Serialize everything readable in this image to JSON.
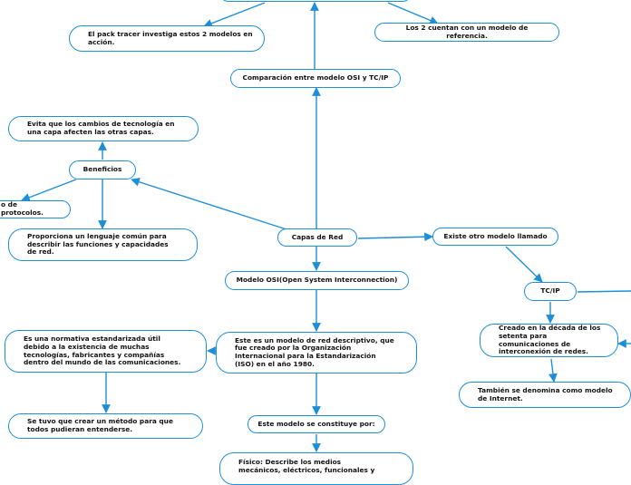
{
  "colors": {
    "line": "#1e8fd6",
    "node_border": "#1e8fd6",
    "text": "#111111",
    "background": "#ffffff"
  },
  "nodes": {
    "pack_tracer": "El pack tracer investiga estos 2 modelos en acción.",
    "dos_cuentan": "Los 2 cuentan con un modelo de referencia.",
    "comparacion": "Comparación entre modelo OSI y TC/IP",
    "evita": "Evita que los cambios de tecnología en una capa afecten las otras capas.",
    "beneficios": "Beneficios",
    "protocolos": "o de protocolos.",
    "proporciona": "Proporciona un lenguaje común para describir las funciones y capacidades de red.",
    "capas_red": "Capas de Red",
    "existe_otro": "Existe otro modelo llamado",
    "modelo_osi": "Modelo OSI(Open System Interconnection)",
    "tcip": "TC/IP",
    "normativa": "Es una normativa estandarizada útil debido a la existencia de muchas tecnologías, fabricantes y compañías dentro del mundo de las comunicaciones.",
    "descriptivo": "Este es un modelo de red descriptivo, que fue creado por la Organización Internacional para la Estandarización (ISO) en el año 1980.",
    "creado_decada": "Creado en la década de los setenta para comunicaciones de interconexión de redes.",
    "tambien": "También se denomina como modelo de Internet.",
    "metodo": "Se tuvo que crear un método para que todos pudieran entenderse.",
    "constituye": "Este modelo se constituye por:",
    "fisico": "Físico: Describe los medios mecánicos, eléctricos, funcionales y"
  }
}
